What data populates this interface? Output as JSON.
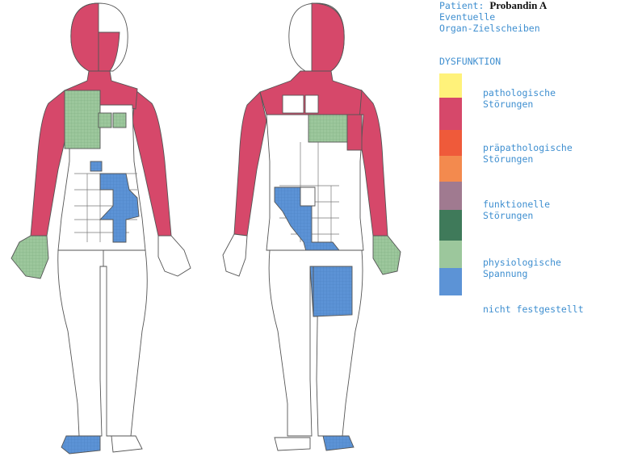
{
  "header": {
    "patient_prefix": "Patient:",
    "patient_name": "Probandin A",
    "line2": "Eventuelle",
    "line3": "Organ-Zielscheiben"
  },
  "legend": {
    "title": "DYSFUNKTION",
    "swatches": [
      "#fff27a",
      "#d6486a",
      "#ef5a3a",
      "#f38a4e",
      "#a07a90",
      "#3f7a5a",
      "#9cc79c",
      "#5c93d6"
    ],
    "labels": [
      [
        "pathologische",
        "Störungen"
      ],
      [
        "präpathologische",
        "Störungen"
      ],
      [
        "funktionelle",
        "Störungen"
      ],
      [
        "physiologische",
        "Spannung"
      ],
      [
        "nicht festgestellt"
      ]
    ]
  },
  "colors": {
    "pathologic": "#d6486a",
    "physiologic": "#9cc79c",
    "tension": "#5c93d6",
    "outline": "#555555"
  }
}
